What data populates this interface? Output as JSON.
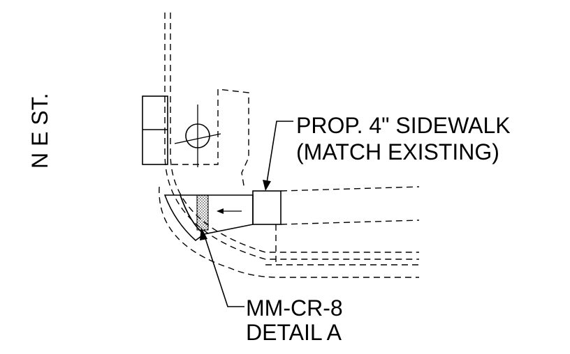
{
  "street_label": "N E ST.",
  "callout_sidewalk": {
    "line1": "PROP. 4\" SIDEWALK",
    "line2": "(MATCH EXISTING)"
  },
  "callout_detail": {
    "line1": "MM-CR-8",
    "line2": "DETAIL A"
  },
  "colors": {
    "ink": "#000000",
    "paper": "#ffffff"
  }
}
